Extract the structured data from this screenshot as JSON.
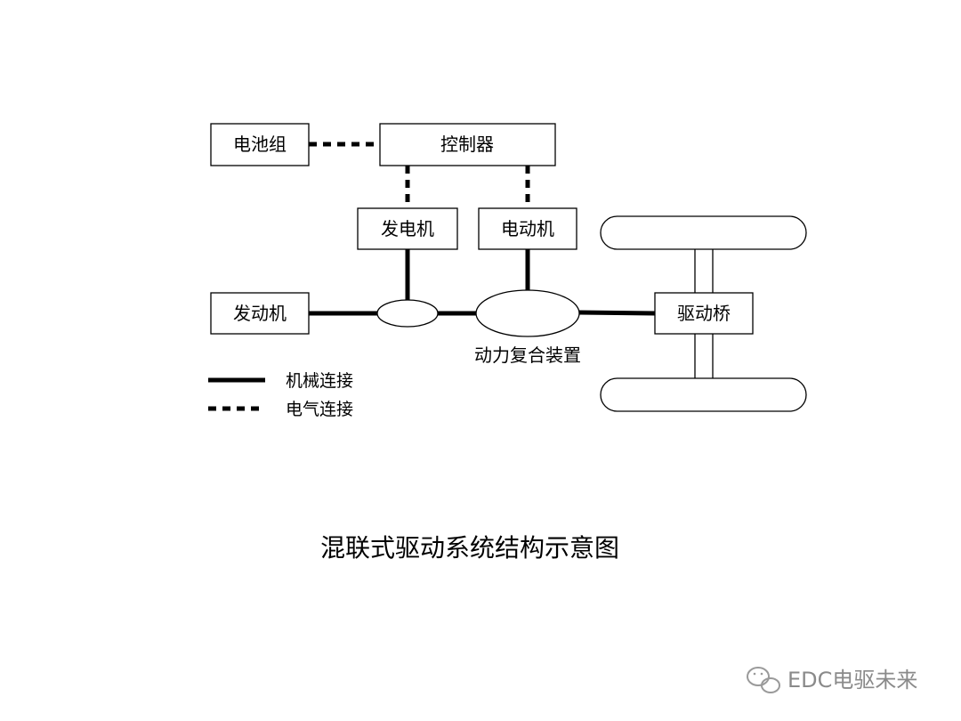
{
  "nodes": {
    "battery": "电池组",
    "controller": "控制器",
    "generator": "发电机",
    "motor": "电动机",
    "engine": "发动机",
    "drive_axle": "驱动桥",
    "coupling_device": "动力复合装置"
  },
  "legend": {
    "mechanical": "机械连接",
    "electrical": "电气连接"
  },
  "caption": "混联式驱动系统结构示意图",
  "watermark": "EDC电驱未来"
}
